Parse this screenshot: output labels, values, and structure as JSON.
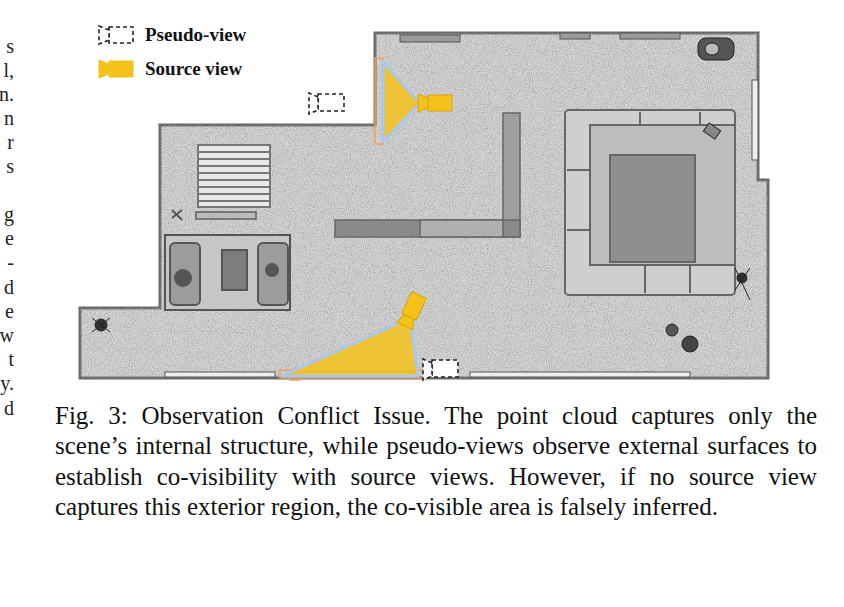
{
  "diagram": {
    "caption": "Fig. 3: Observation Conflict Issue. The point cloud captures only the scene’s internal structure, while pseudo-views observe external surfaces to establish co-visibility with source views. However, if no source view captures this exterior region, the co-visible area is falsely inferred.",
    "labels": [
      "s",
      "l,",
      "n.",
      "n",
      "r",
      "s",
      "g",
      "e",
      "-",
      "d",
      "e",
      "w",
      "t",
      "y.",
      "d"
    ],
    "legend": [
      {
        "text": "Pseudo-view"
      },
      {
        "text": "Source view",
        "color": "#f5c21b"
      }
    ]
  }
}
